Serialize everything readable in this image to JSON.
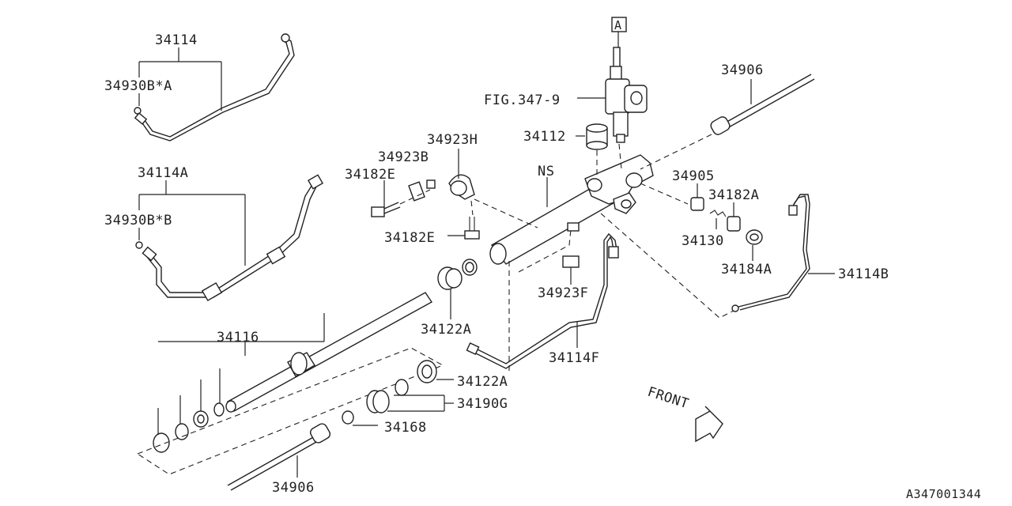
{
  "labels": {
    "p34114": "34114",
    "p34930BA": "34930B*A",
    "p34114A": "34114A",
    "p34930BB": "34930B*B",
    "p34116": "34116",
    "p34906_top": "34906",
    "p34906_bottom": "34906",
    "fig": "FIG.347-9",
    "box_a": "A",
    "p34112": "34112",
    "p34923H": "34923H",
    "p34923B": "34923B",
    "p34182E_top": "34182E",
    "p34182E_bottom": "34182E",
    "ns": "NS",
    "p34905": "34905",
    "p34182A": "34182A",
    "p34130": "34130",
    "p34184A": "34184A",
    "p34114B": "34114B",
    "p34923F": "34923F",
    "p34122A_mid": "34122A",
    "p34122A_low": "34122A",
    "p34114F": "34114F",
    "p34190G": "34190G",
    "p34168": "34168",
    "front": "FRONT",
    "diagram_code": "A347001344"
  }
}
